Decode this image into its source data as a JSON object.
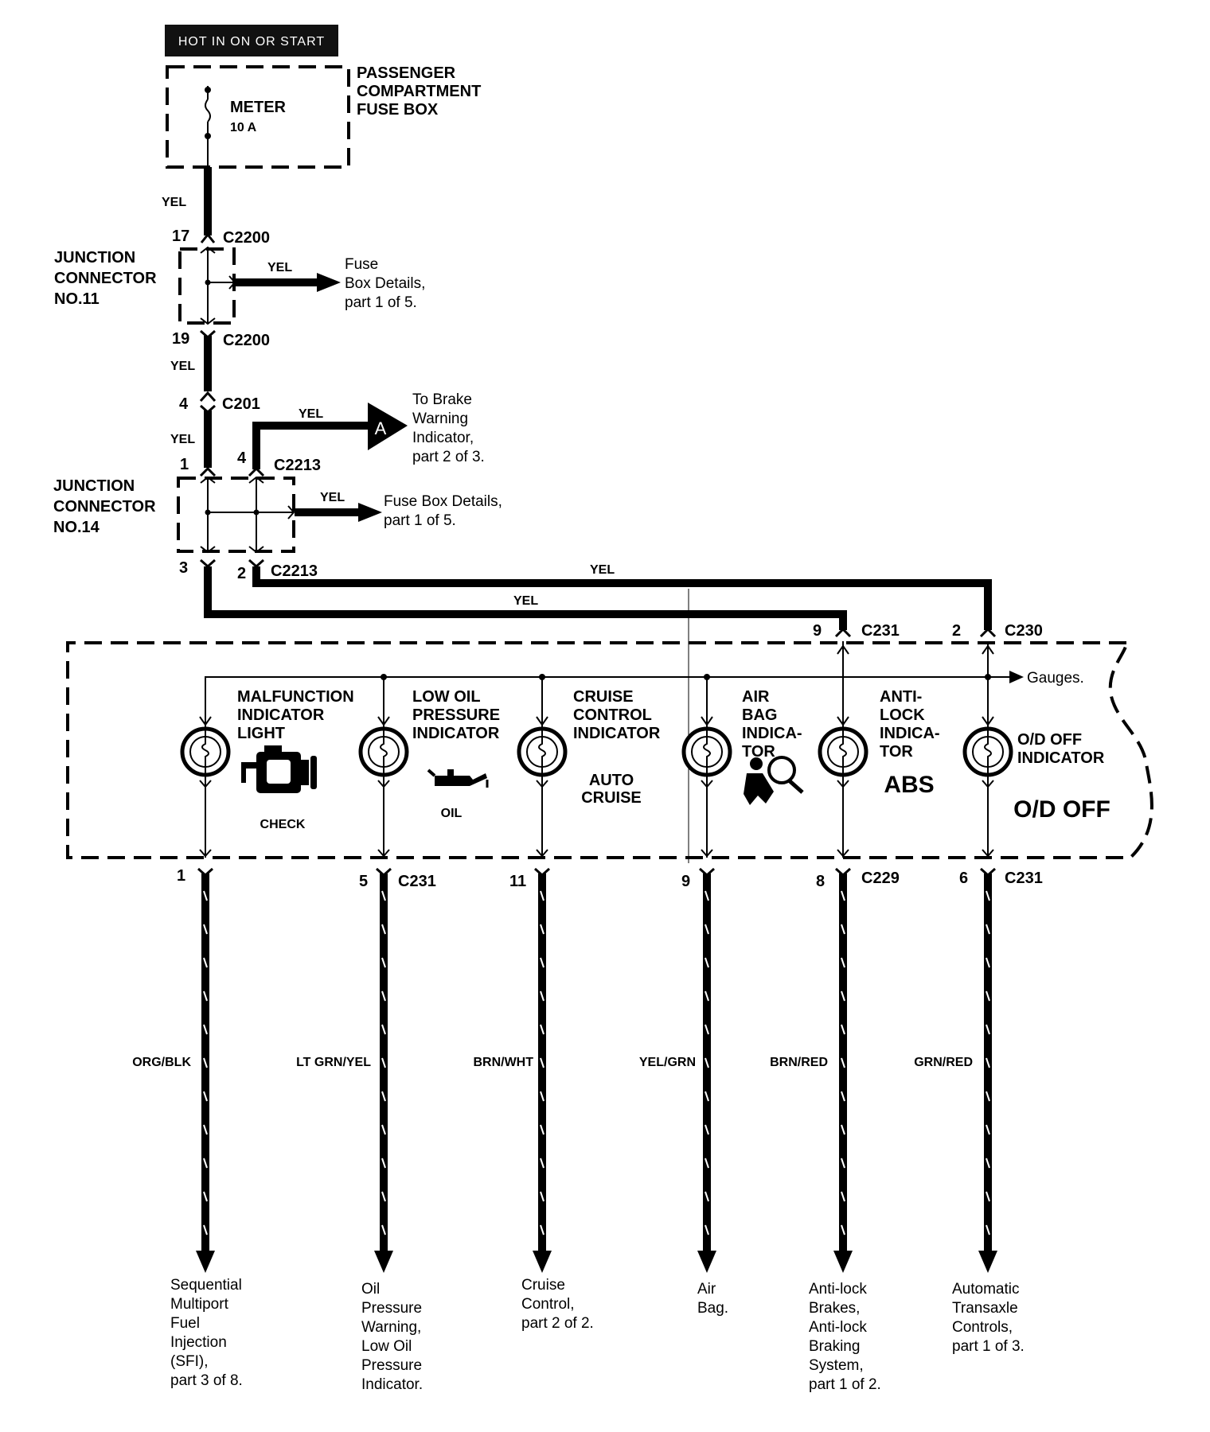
{
  "hot_label": "HOT IN ON OR START",
  "fuse_box": {
    "title_lines": [
      "PASSENGER",
      "COMPARTMENT",
      "FUSE BOX"
    ],
    "fuse_name": "METER",
    "fuse_rating": "10 A"
  },
  "wire_colors": {
    "yel": "YEL",
    "org_blk": "ORG/BLK",
    "lt_grn_yel": "LT GRN/YEL",
    "brn_wht": "BRN/WHT",
    "yel_grn": "YEL/GRN",
    "brn_red": "BRN/RED",
    "grn_red": "GRN/RED"
  },
  "junction11": {
    "lines": [
      "JUNCTION",
      "CONNECTOR",
      "NO.11"
    ],
    "pin_top": "17",
    "pin_bottom": "19",
    "connector": "C2200",
    "dest_lines": [
      "Fuse",
      "Box Details,",
      "part 1 of 5."
    ]
  },
  "c201": {
    "pin": "4",
    "connector": "C201"
  },
  "brake": {
    "marker": "A",
    "dest_lines": [
      "To Brake",
      "Warning",
      "Indicator,",
      "part 2 of 3."
    ]
  },
  "junction14": {
    "lines": [
      "JUNCTION",
      "CONNECTOR",
      "NO.14"
    ],
    "pin_1": "1",
    "pin_4": "4",
    "pin_3": "3",
    "pin_2": "2",
    "connector": "C2213",
    "dest_lines": [
      "Fuse Box Details,",
      "part 1 of 5."
    ]
  },
  "cluster_inputs": {
    "c231_pin": "9",
    "c231": "C231",
    "c230_pin": "2",
    "c230": "C230"
  },
  "gauges_label": "Gauges.",
  "indicators": {
    "mil": {
      "lines": [
        "MALFUNCTION",
        "INDICATOR",
        "LIGHT"
      ],
      "symbol_text": "CHECK",
      "pin": "1",
      "connector": ""
    },
    "oil": {
      "lines": [
        "LOW OIL",
        "PRESSURE",
        "INDICATOR"
      ],
      "symbol_text": "OIL",
      "pin": "5",
      "connector": "C231"
    },
    "cruise": {
      "lines": [
        "CRUISE",
        "CONTROL",
        "INDICATOR"
      ],
      "symbol_lines": [
        "AUTO",
        "CRUISE"
      ],
      "pin": "11",
      "connector": ""
    },
    "airbag": {
      "lines": [
        "AIR",
        "BAG",
        "INDICA-",
        "TOR"
      ],
      "pin": "9",
      "connector": ""
    },
    "abs": {
      "lines": [
        "ANTI-",
        "LOCK",
        "INDICA-",
        "TOR"
      ],
      "symbol_text": "ABS",
      "pin": "8",
      "connector": "C229"
    },
    "od": {
      "lines": [
        "O/D OFF",
        "INDICATOR"
      ],
      "symbol_text": "O/D OFF",
      "pin": "6",
      "connector": "C231"
    }
  },
  "destinations": {
    "sfi": [
      "Sequential",
      "Multiport",
      "Fuel",
      "Injection",
      "(SFI),",
      "part 3 of 8."
    ],
    "oil": [
      "Oil",
      "Pressure",
      "Warning,",
      "Low Oil",
      "Pressure",
      "Indicator."
    ],
    "cruise": [
      "Cruise",
      "Control,",
      "part 2 of 2."
    ],
    "airbag": [
      "Air",
      "Bag."
    ],
    "abs": [
      "Anti-lock",
      "Brakes,",
      "Anti-lock",
      "Braking",
      "System,",
      "part 1 of 2."
    ],
    "atx": [
      "Automatic",
      "Transaxle",
      "Controls,",
      "part 1 of 3."
    ]
  }
}
